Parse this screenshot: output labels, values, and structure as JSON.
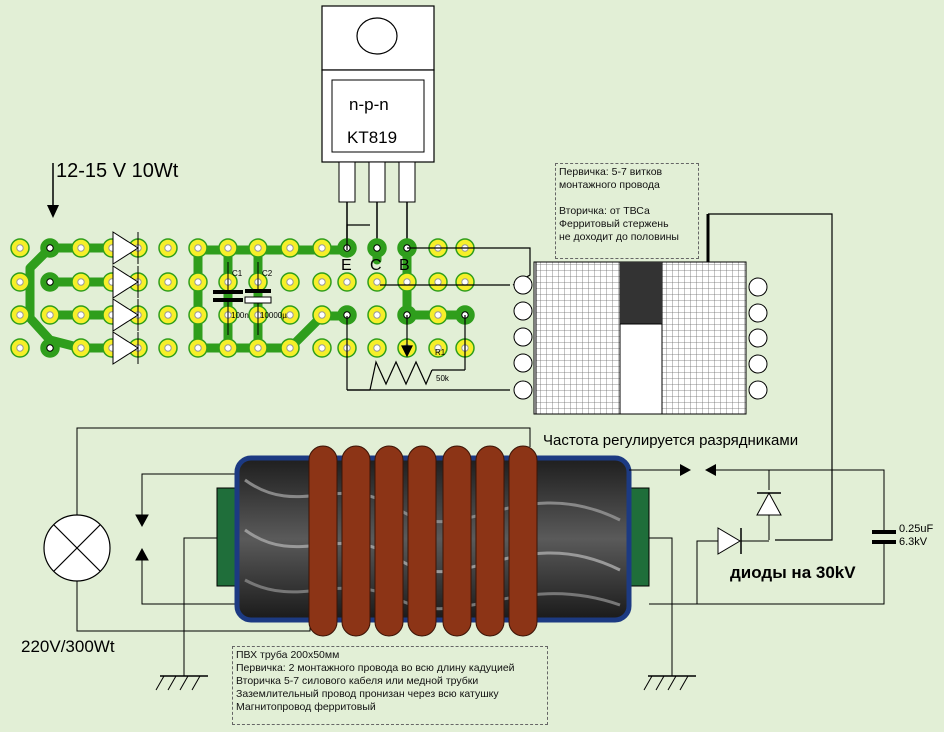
{
  "transistor": {
    "type_label": "n-p-n",
    "model_label": "KT819",
    "pin_e": "E",
    "pin_c": "C",
    "pin_b": "B"
  },
  "power_label": "12-15 V 10Wt",
  "components": {
    "c1": "C1",
    "c1_value": "100n",
    "c2": "C2",
    "c2_value": "10000µ",
    "r1": "R1",
    "r1_value": "50k"
  },
  "notes": {
    "transformer": "Первичка: 5-7 витков\nмонтажного провода\n\nВторичка: от ТВСа\nФерритовый стержень\nне доходит до половины",
    "coil": "ПВХ труба 200х50мм\nПервичка: 2 монтажного провода во всю длину кадуцией\nВторичка 5-7 силового кабеля или медной трубки\nЗаземлительный провод пронизан через всю катушку\nМагнитопровод ферритовый"
  },
  "frequency_label": "Частота регулируется разрядниками",
  "diodes_label": "диоды на 30kV",
  "capacitor_label": "0.25uF\n6.3kV",
  "lamp_label": "220V/300Wt",
  "colors": {
    "background": "#e2efd6",
    "pcb_track": "#2f9e1c",
    "pad_yellow": "#f6ef2a",
    "copper_winding": "#8c3416",
    "coil_blue": "#1c3a82",
    "core_green": "#1f6e3a"
  }
}
